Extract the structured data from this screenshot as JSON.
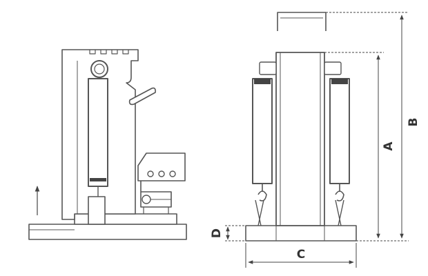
{
  "dimensions": {
    "a": "A",
    "b": "B",
    "c": "C",
    "d": "D"
  },
  "colors": {
    "line": "#555555",
    "dim_line": "#444444",
    "label": "#333333",
    "dark_band": "#444444"
  }
}
